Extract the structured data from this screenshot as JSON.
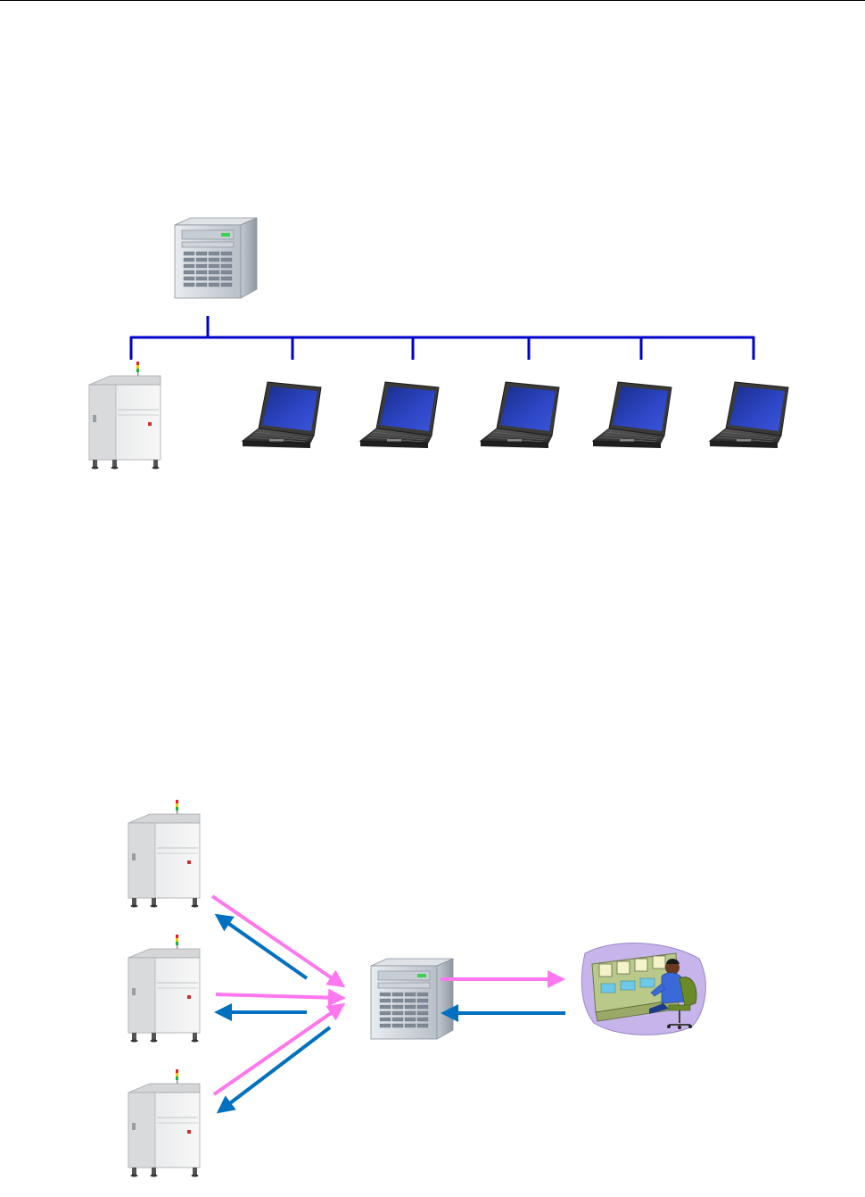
{
  "diagrams": {
    "network": {
      "nodes": [
        "server",
        "inspection-machine",
        "laptop",
        "laptop",
        "laptop",
        "laptop",
        "laptop"
      ],
      "line_color": "#0000cc"
    },
    "data_flow": {
      "nodes": [
        "inspection-machine",
        "inspection-machine",
        "inspection-machine",
        "server",
        "operator-console"
      ],
      "upload_arrow_color": "#ff77ee",
      "feedback_arrow_color": "#0070c0"
    }
  }
}
